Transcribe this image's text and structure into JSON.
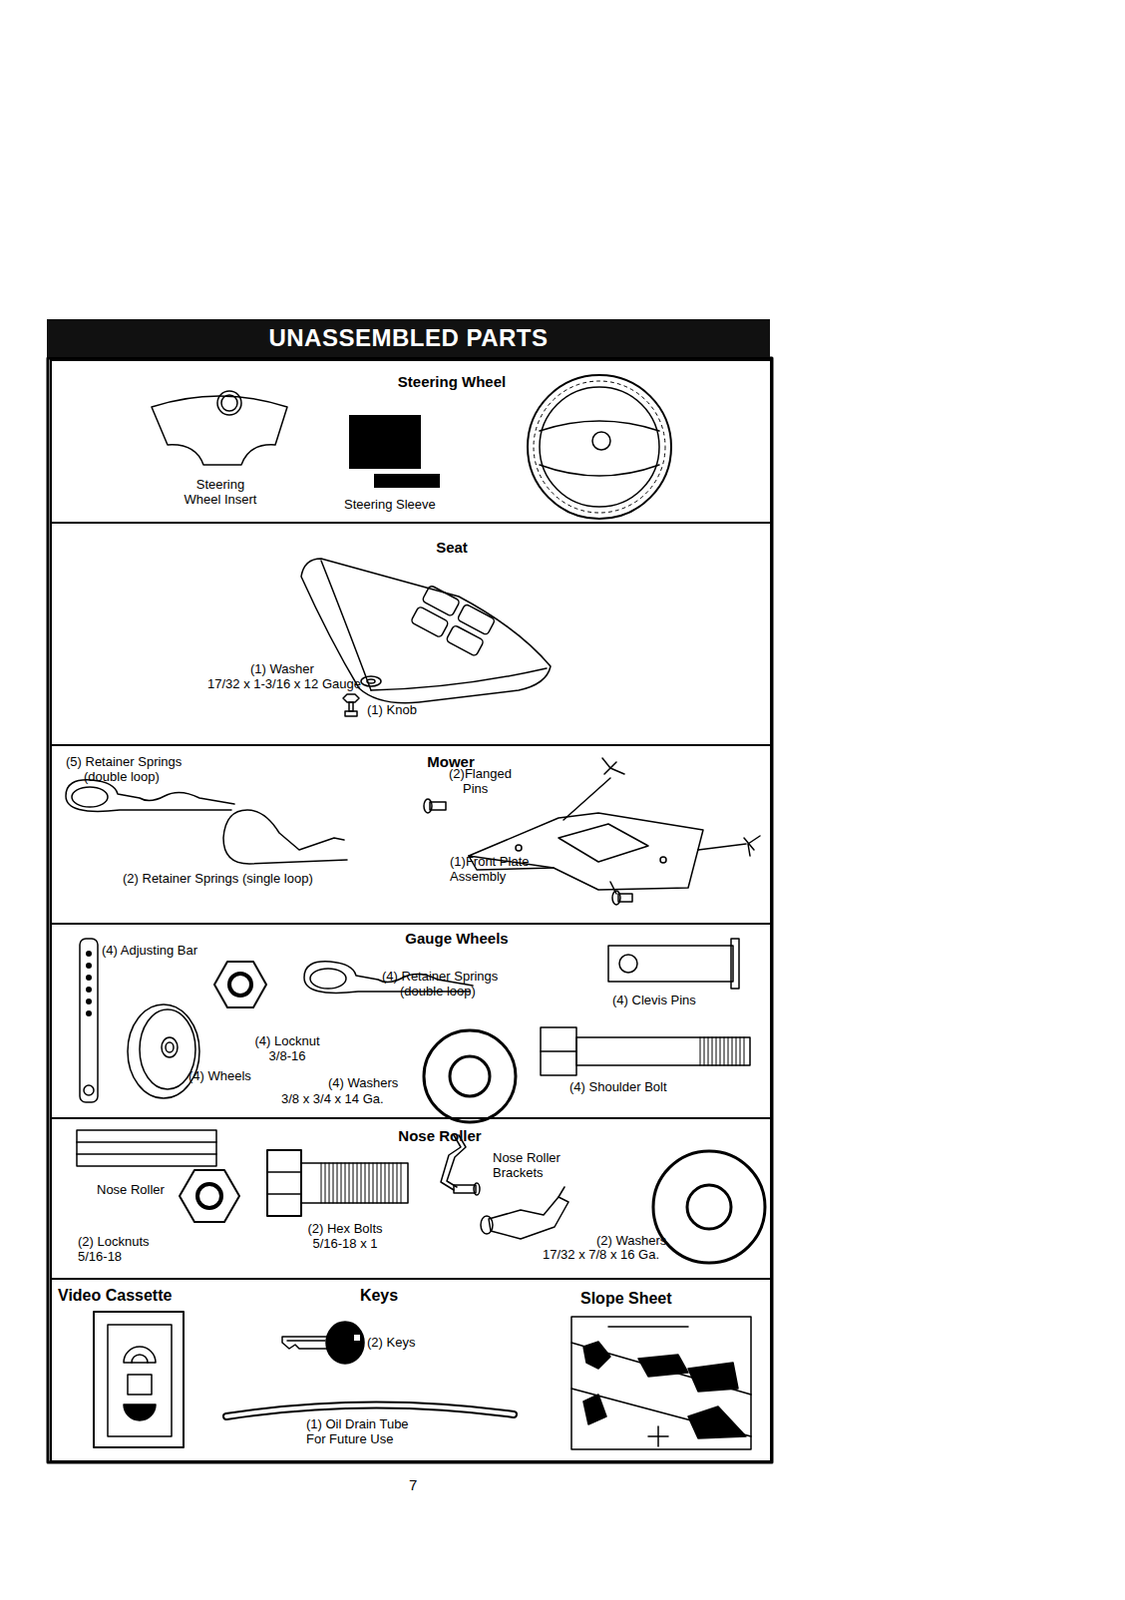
{
  "diagram": {
    "title": "UNASSEMBLED PARTS",
    "nodes": [
      {
        "text": [
          "Steering Wheel"
        ]
      },
      {
        "text": [
          "Seat"
        ]
      },
      {
        "text": [
          "Mower"
        ]
      },
      {
        "text": [
          "Gauge Wheels"
        ]
      },
      {
        "text": [
          "Nose Roller"
        ]
      },
      {
        "text": [
          "Video Cassette",
          "Keys",
          "Slope Sheet"
        ]
      }
    ],
    "labels": [
      "Steering Wheel Insert",
      "Steering Sleeve",
      "(1) Washer",
      "17/32 x 1-3/16 x 12 Gauge",
      "(1) Knob",
      "(5) Retainer Springs (double loop)",
      "(2) Retainer Springs (single loop)",
      "(2)Flanged Pins",
      "(1)Front Plate Assembly",
      "(4) Adjusting Bar",
      "(4) Locknut 3/8-16",
      "(4) Wheels",
      "(4) Retainer Springs (double loop)",
      "(4) Clevis Pins",
      "(4) Washers",
      "3/8 x 3/4 x 14 Ga.",
      "(4) Shoulder Bolt",
      "Nose Roller",
      "Nose Roller Brackets",
      "(2) Locknuts 5/16-18",
      "(2) Hex Bolts 5/16-18 x 1",
      "(2) Washers",
      "17/32 x 7/8 x 16 Ga.",
      "(2) Keys",
      "(1) Oil Drain Tube For Future Use",
      "7"
    ]
  }
}
